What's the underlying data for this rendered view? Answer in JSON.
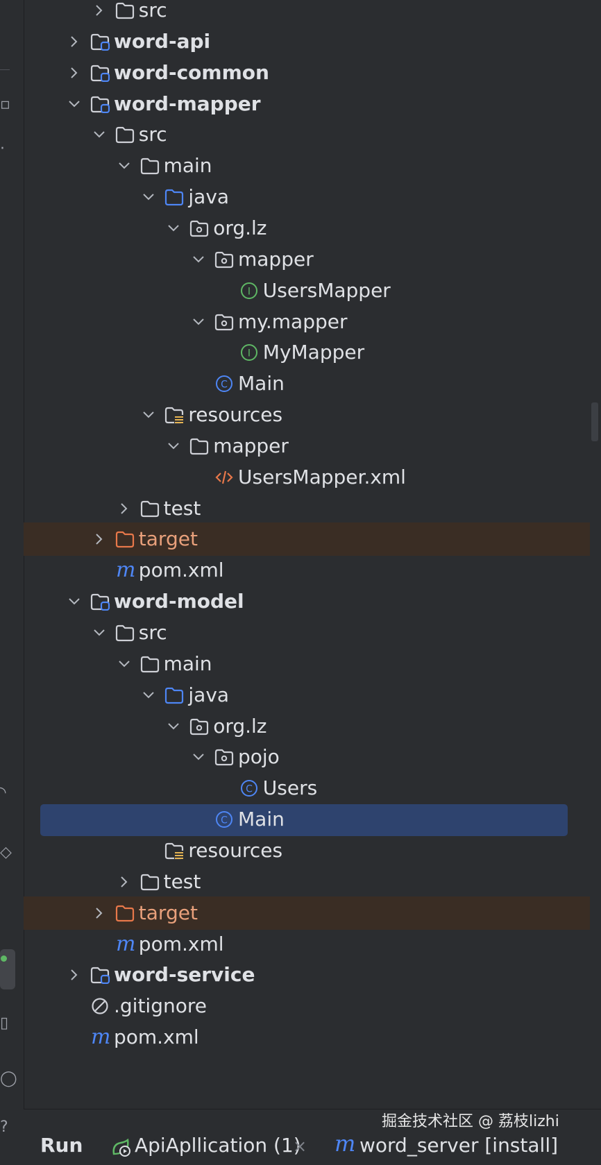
{
  "colors": {
    "background": "#2b2d30",
    "text": "#dfe1e5",
    "selection": "#2e436e",
    "excluded_row": "#3a2d24",
    "excluded_text": "#e8a07b",
    "java_folder": "#4e86f5",
    "interface_icon": "#5fb865",
    "class_icon": "#4e86f5",
    "xml_icon": "#e8784a",
    "maven_icon": "#4e86f5"
  },
  "tree": {
    "rows": [
      {
        "label": "src",
        "level": 1,
        "arrow": "collapsed",
        "icon": "folder-icon",
        "bold": false
      },
      {
        "label": "word-api",
        "level": 0,
        "arrow": "collapsed",
        "icon": "module-folder-icon",
        "bold": true
      },
      {
        "label": "word-common",
        "level": 0,
        "arrow": "collapsed",
        "icon": "module-folder-icon",
        "bold": true
      },
      {
        "label": "word-mapper",
        "level": 0,
        "arrow": "expanded",
        "icon": "module-folder-icon",
        "bold": true
      },
      {
        "label": "src",
        "level": 1,
        "arrow": "expanded",
        "icon": "folder-icon",
        "bold": false
      },
      {
        "label": "main",
        "level": 2,
        "arrow": "expanded",
        "icon": "folder-icon",
        "bold": false
      },
      {
        "label": "java",
        "level": 3,
        "arrow": "expanded",
        "icon": "source-folder-icon",
        "bold": false
      },
      {
        "label": "org.lz",
        "level": 4,
        "arrow": "expanded",
        "icon": "package-icon",
        "bold": false
      },
      {
        "label": "mapper",
        "level": 5,
        "arrow": "expanded",
        "icon": "package-icon",
        "bold": false
      },
      {
        "label": "UsersMapper",
        "level": 6,
        "arrow": "none",
        "icon": "interface-icon",
        "bold": false
      },
      {
        "label": "my.mapper",
        "level": 5,
        "arrow": "expanded",
        "icon": "package-icon",
        "bold": false
      },
      {
        "label": "MyMapper",
        "level": 6,
        "arrow": "none",
        "icon": "interface-icon",
        "bold": false
      },
      {
        "label": "Main",
        "level": 5,
        "arrow": "none",
        "icon": "class-icon",
        "bold": false
      },
      {
        "label": "resources",
        "level": 3,
        "arrow": "expanded",
        "icon": "resources-folder-icon",
        "bold": false
      },
      {
        "label": "mapper",
        "level": 4,
        "arrow": "expanded",
        "icon": "folder-icon",
        "bold": false
      },
      {
        "label": "UsersMapper.xml",
        "level": 5,
        "arrow": "none",
        "icon": "xml-file-icon",
        "bold": false
      },
      {
        "label": "test",
        "level": 2,
        "arrow": "collapsed",
        "icon": "folder-icon",
        "bold": false
      },
      {
        "label": "target",
        "level": 1,
        "arrow": "collapsed",
        "icon": "excluded-folder-icon",
        "bold": false,
        "state": "excluded"
      },
      {
        "label": "pom.xml",
        "level": 1,
        "arrow": "none",
        "icon": "maven-icon",
        "bold": false
      },
      {
        "label": "word-model",
        "level": 0,
        "arrow": "expanded",
        "icon": "module-folder-icon",
        "bold": true
      },
      {
        "label": "src",
        "level": 1,
        "arrow": "expanded",
        "icon": "folder-icon",
        "bold": false
      },
      {
        "label": "main",
        "level": 2,
        "arrow": "expanded",
        "icon": "folder-icon",
        "bold": false
      },
      {
        "label": "java",
        "level": 3,
        "arrow": "expanded",
        "icon": "source-folder-icon",
        "bold": false
      },
      {
        "label": "org.lz",
        "level": 4,
        "arrow": "expanded",
        "icon": "package-icon",
        "bold": false
      },
      {
        "label": "pojo",
        "level": 5,
        "arrow": "expanded",
        "icon": "package-icon",
        "bold": false
      },
      {
        "label": "Users",
        "level": 6,
        "arrow": "none",
        "icon": "class-icon",
        "bold": false
      },
      {
        "label": "Main",
        "level": 5,
        "arrow": "none",
        "icon": "class-icon",
        "bold": false,
        "state": "selected"
      },
      {
        "label": "resources",
        "level": 3,
        "arrow": "none",
        "icon": "resources-folder-icon",
        "bold": false
      },
      {
        "label": "test",
        "level": 2,
        "arrow": "collapsed",
        "icon": "folder-icon",
        "bold": false
      },
      {
        "label": "target",
        "level": 1,
        "arrow": "collapsed",
        "icon": "excluded-folder-icon",
        "bold": false,
        "state": "excluded"
      },
      {
        "label": "pom.xml",
        "level": 1,
        "arrow": "none",
        "icon": "maven-icon",
        "bold": false
      },
      {
        "label": "word-service",
        "level": 0,
        "arrow": "collapsed",
        "icon": "module-folder-icon",
        "bold": true
      },
      {
        "label": ".gitignore",
        "level": 0,
        "arrow": "none",
        "icon": "ignore-file-icon",
        "bold": false
      },
      {
        "label": "pom.xml",
        "level": 0,
        "arrow": "none",
        "icon": "maven-icon",
        "bold": false
      }
    ]
  },
  "bottom_bar": {
    "run_label": "Run",
    "tabs": [
      {
        "label": "ApiApllication (1)",
        "icon": "spring-run-icon"
      },
      {
        "label": "word_server [install]",
        "icon": "maven-icon"
      }
    ],
    "close_glyph": "×",
    "maven_glyph": "m",
    "watermark": "掘金技术社区 @ 荔枝lizhi"
  },
  "left_strip": {
    "icons": [
      "hide-panel-icon",
      "structure-icon",
      "more-icon",
      "refresh-icon",
      "git-icon",
      "run-icon",
      "terminal-icon",
      "problems-icon",
      "vcs-icon"
    ]
  }
}
